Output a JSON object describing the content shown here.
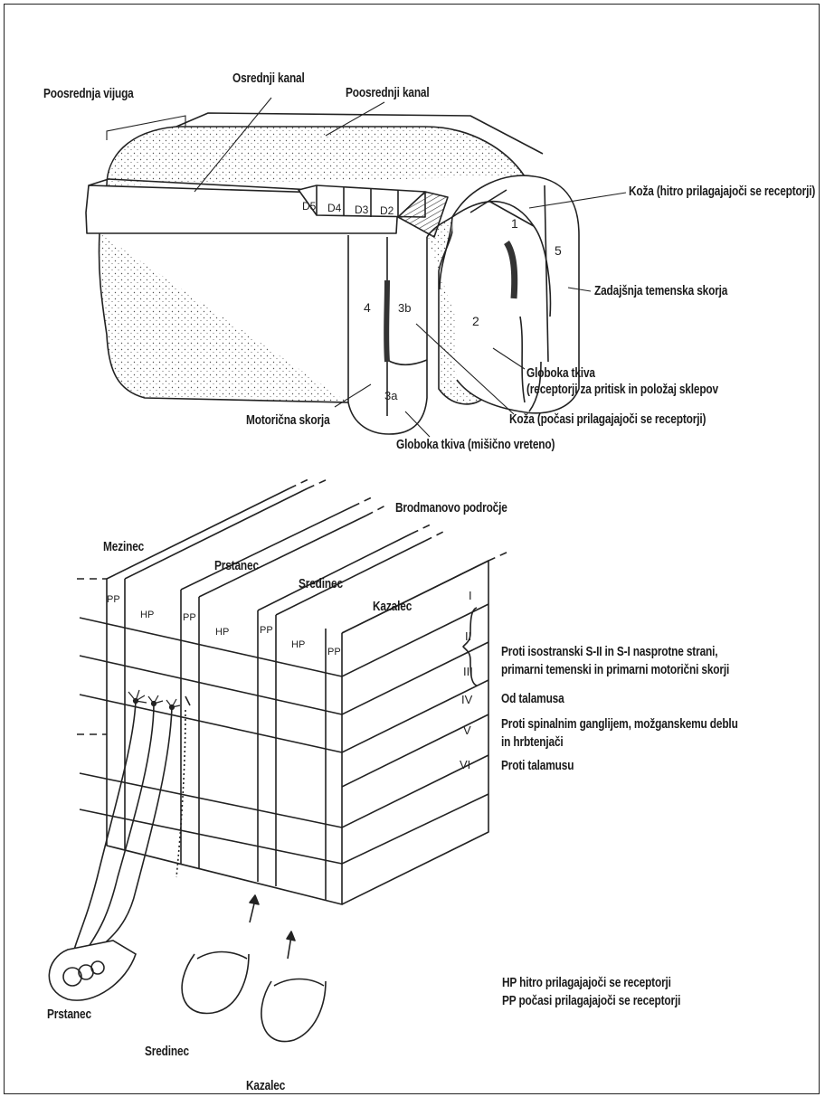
{
  "top_labels": {
    "poosrednja_vijuga": "Poosrednja vijuga",
    "osrednji_kanal": "Osrednji kanal",
    "poosrednji_kanal": "Poosrednji kanal",
    "koza_hitro": "Koža (hitro prilagajajoči se receptorji)",
    "zadajsnja": "Zadajšnja temenska skorja",
    "globoka_1": "Globoka tkiva",
    "globoka_2": "(receptorji za pritisk in položaj sklepov",
    "koza_pocasi": "Koža (počasi prilagajajoči se receptorji)",
    "motoricna": "Motorična skorja",
    "globoka_misicno": "Globoka tkiva (mišično vreteno)"
  },
  "area_numbers": [
    "1",
    "2",
    "3a",
    "3b",
    "4",
    "5"
  ],
  "strip_labels": [
    "D5",
    "D4",
    "D3",
    "D2"
  ],
  "bottom_labels": {
    "brodmann": "Brodmanovo področje",
    "mezinec": "Mezinec",
    "prstanec_col": "Prstanec",
    "sredinec_col": "Sredinec",
    "kazalec_col": "Kazalec",
    "proti_isostranski_1": "Proti isostranski S-II in S-I nasprotne strani,",
    "proti_isostranski_2": "primarni temenski in primarni motorični skorji",
    "od_talamusa": "Od talamusa",
    "proti_spinalnim_1": "Proti spinalnim ganglijem, možganskemu deblu",
    "proti_spinalnim_2": "in hrbtenjači",
    "proti_talamusu": "Proti talamusu",
    "finger_prstanec": "Prstanec",
    "finger_sredinec": "Sredinec",
    "finger_kazalec": "Kazalec"
  },
  "layers": [
    "I",
    "II",
    "III",
    "IV",
    "V",
    "VI"
  ],
  "column_tags": {
    "pp": "PP",
    "hp": "HP"
  },
  "legend": {
    "hp": "HP hitro prilagajajoči se receptorji",
    "pp": "PP počasi prilagajajoči se receptorji"
  }
}
